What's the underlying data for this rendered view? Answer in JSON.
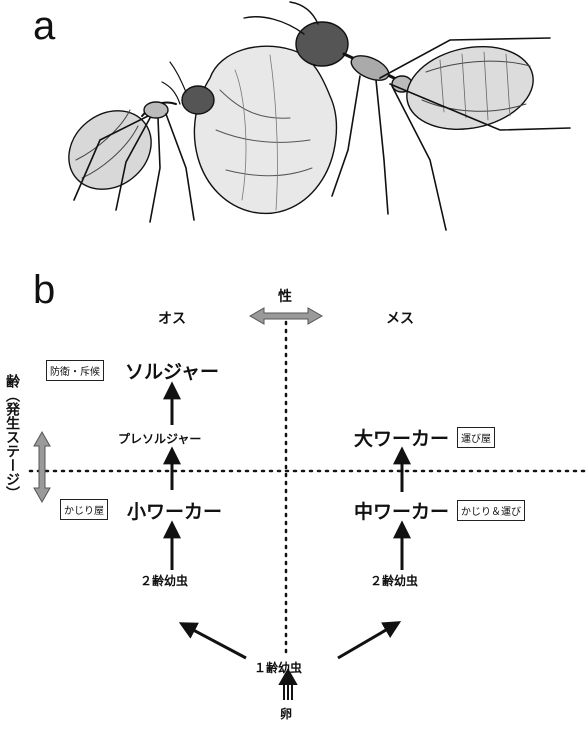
{
  "panels": {
    "a": "a",
    "b": "b"
  },
  "illustration": {
    "subject": "ant-with-leaf"
  },
  "axes": {
    "sex_label": "性",
    "male_label": "オス",
    "female_label": "メス",
    "stage_label": "齢（発生ステージ）"
  },
  "castes": {
    "soldier": "ソルジャー",
    "pre_soldier": "プレソルジャー",
    "small_worker": "小ワーカー",
    "large_worker": "大ワーカー",
    "medium_worker": "中ワーカー",
    "instar2_left": "２齢幼虫",
    "instar2_right": "２齢幼虫",
    "instar1": "１齢幼虫",
    "egg": "卵"
  },
  "roles": {
    "defense": "防衛・斥候",
    "cutter_small": "かじり屋",
    "carrier": "運び屋",
    "cutter_carrier": "かじり＆運び"
  },
  "colors": {
    "ink": "#111111",
    "axis_arrow": "#9a9a9a"
  }
}
